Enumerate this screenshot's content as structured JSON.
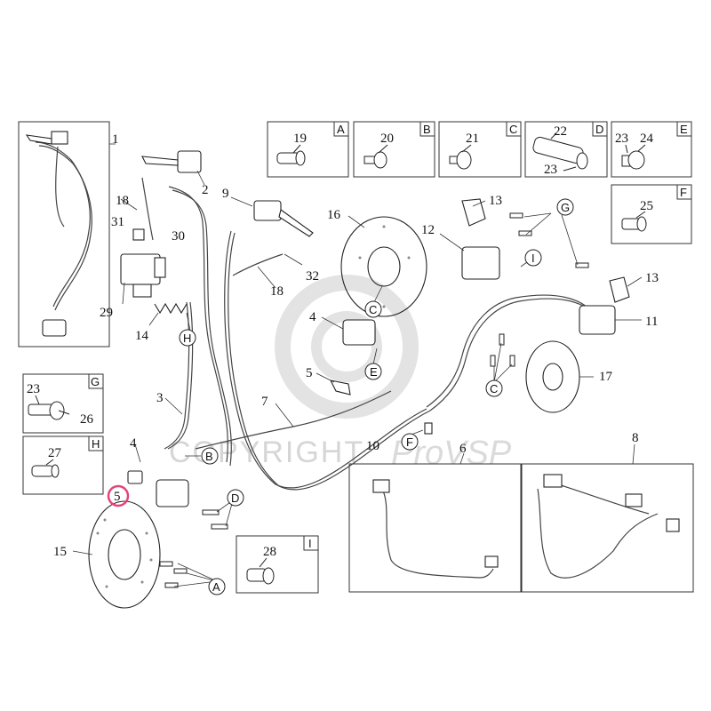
{
  "watermark": {
    "copyright": "COPYRIGHT",
    "brand": "ProVSP"
  },
  "highlight_color": "#e2457a",
  "line_color": "#2b2b2b",
  "boxes": {
    "A": {
      "letter": "A",
      "parts": [
        "19"
      ]
    },
    "B": {
      "letter": "B",
      "parts": [
        "20"
      ]
    },
    "C": {
      "letter": "C",
      "parts": [
        "21"
      ]
    },
    "D": {
      "letter": "D",
      "parts": [
        "22",
        "23"
      ]
    },
    "E": {
      "letter": "E",
      "parts": [
        "23",
        "24"
      ]
    },
    "F": {
      "letter": "F",
      "parts": [
        "25"
      ]
    },
    "G": {
      "letter": "G",
      "parts": [
        "23",
        "26"
      ]
    },
    "H": {
      "letter": "H",
      "parts": [
        "27"
      ]
    },
    "I": {
      "letter": "I",
      "parts": [
        "28"
      ]
    }
  },
  "labels": {
    "p1": "1",
    "p2": "2",
    "p3": "3",
    "p4a": "4",
    "p4b": "4",
    "p5a": "5",
    "p5b": "5",
    "p6": "6",
    "p7": "7",
    "p8": "8",
    "p9": "9",
    "p10": "10",
    "p11": "11",
    "p12": "12",
    "p13a": "13",
    "p13b": "13",
    "p14": "14",
    "p15": "15",
    "p16": "16",
    "p17": "17",
    "p18a": "18",
    "p18b": "18",
    "p29": "29",
    "p30": "30",
    "p31": "31",
    "p32": "32"
  },
  "callouts": {
    "cA": "A",
    "cB": "B",
    "cC1": "C",
    "cC2": "C",
    "cD": "D",
    "cE": "E",
    "cF": "F",
    "cG": "G",
    "cH": "H",
    "cI": "I"
  }
}
